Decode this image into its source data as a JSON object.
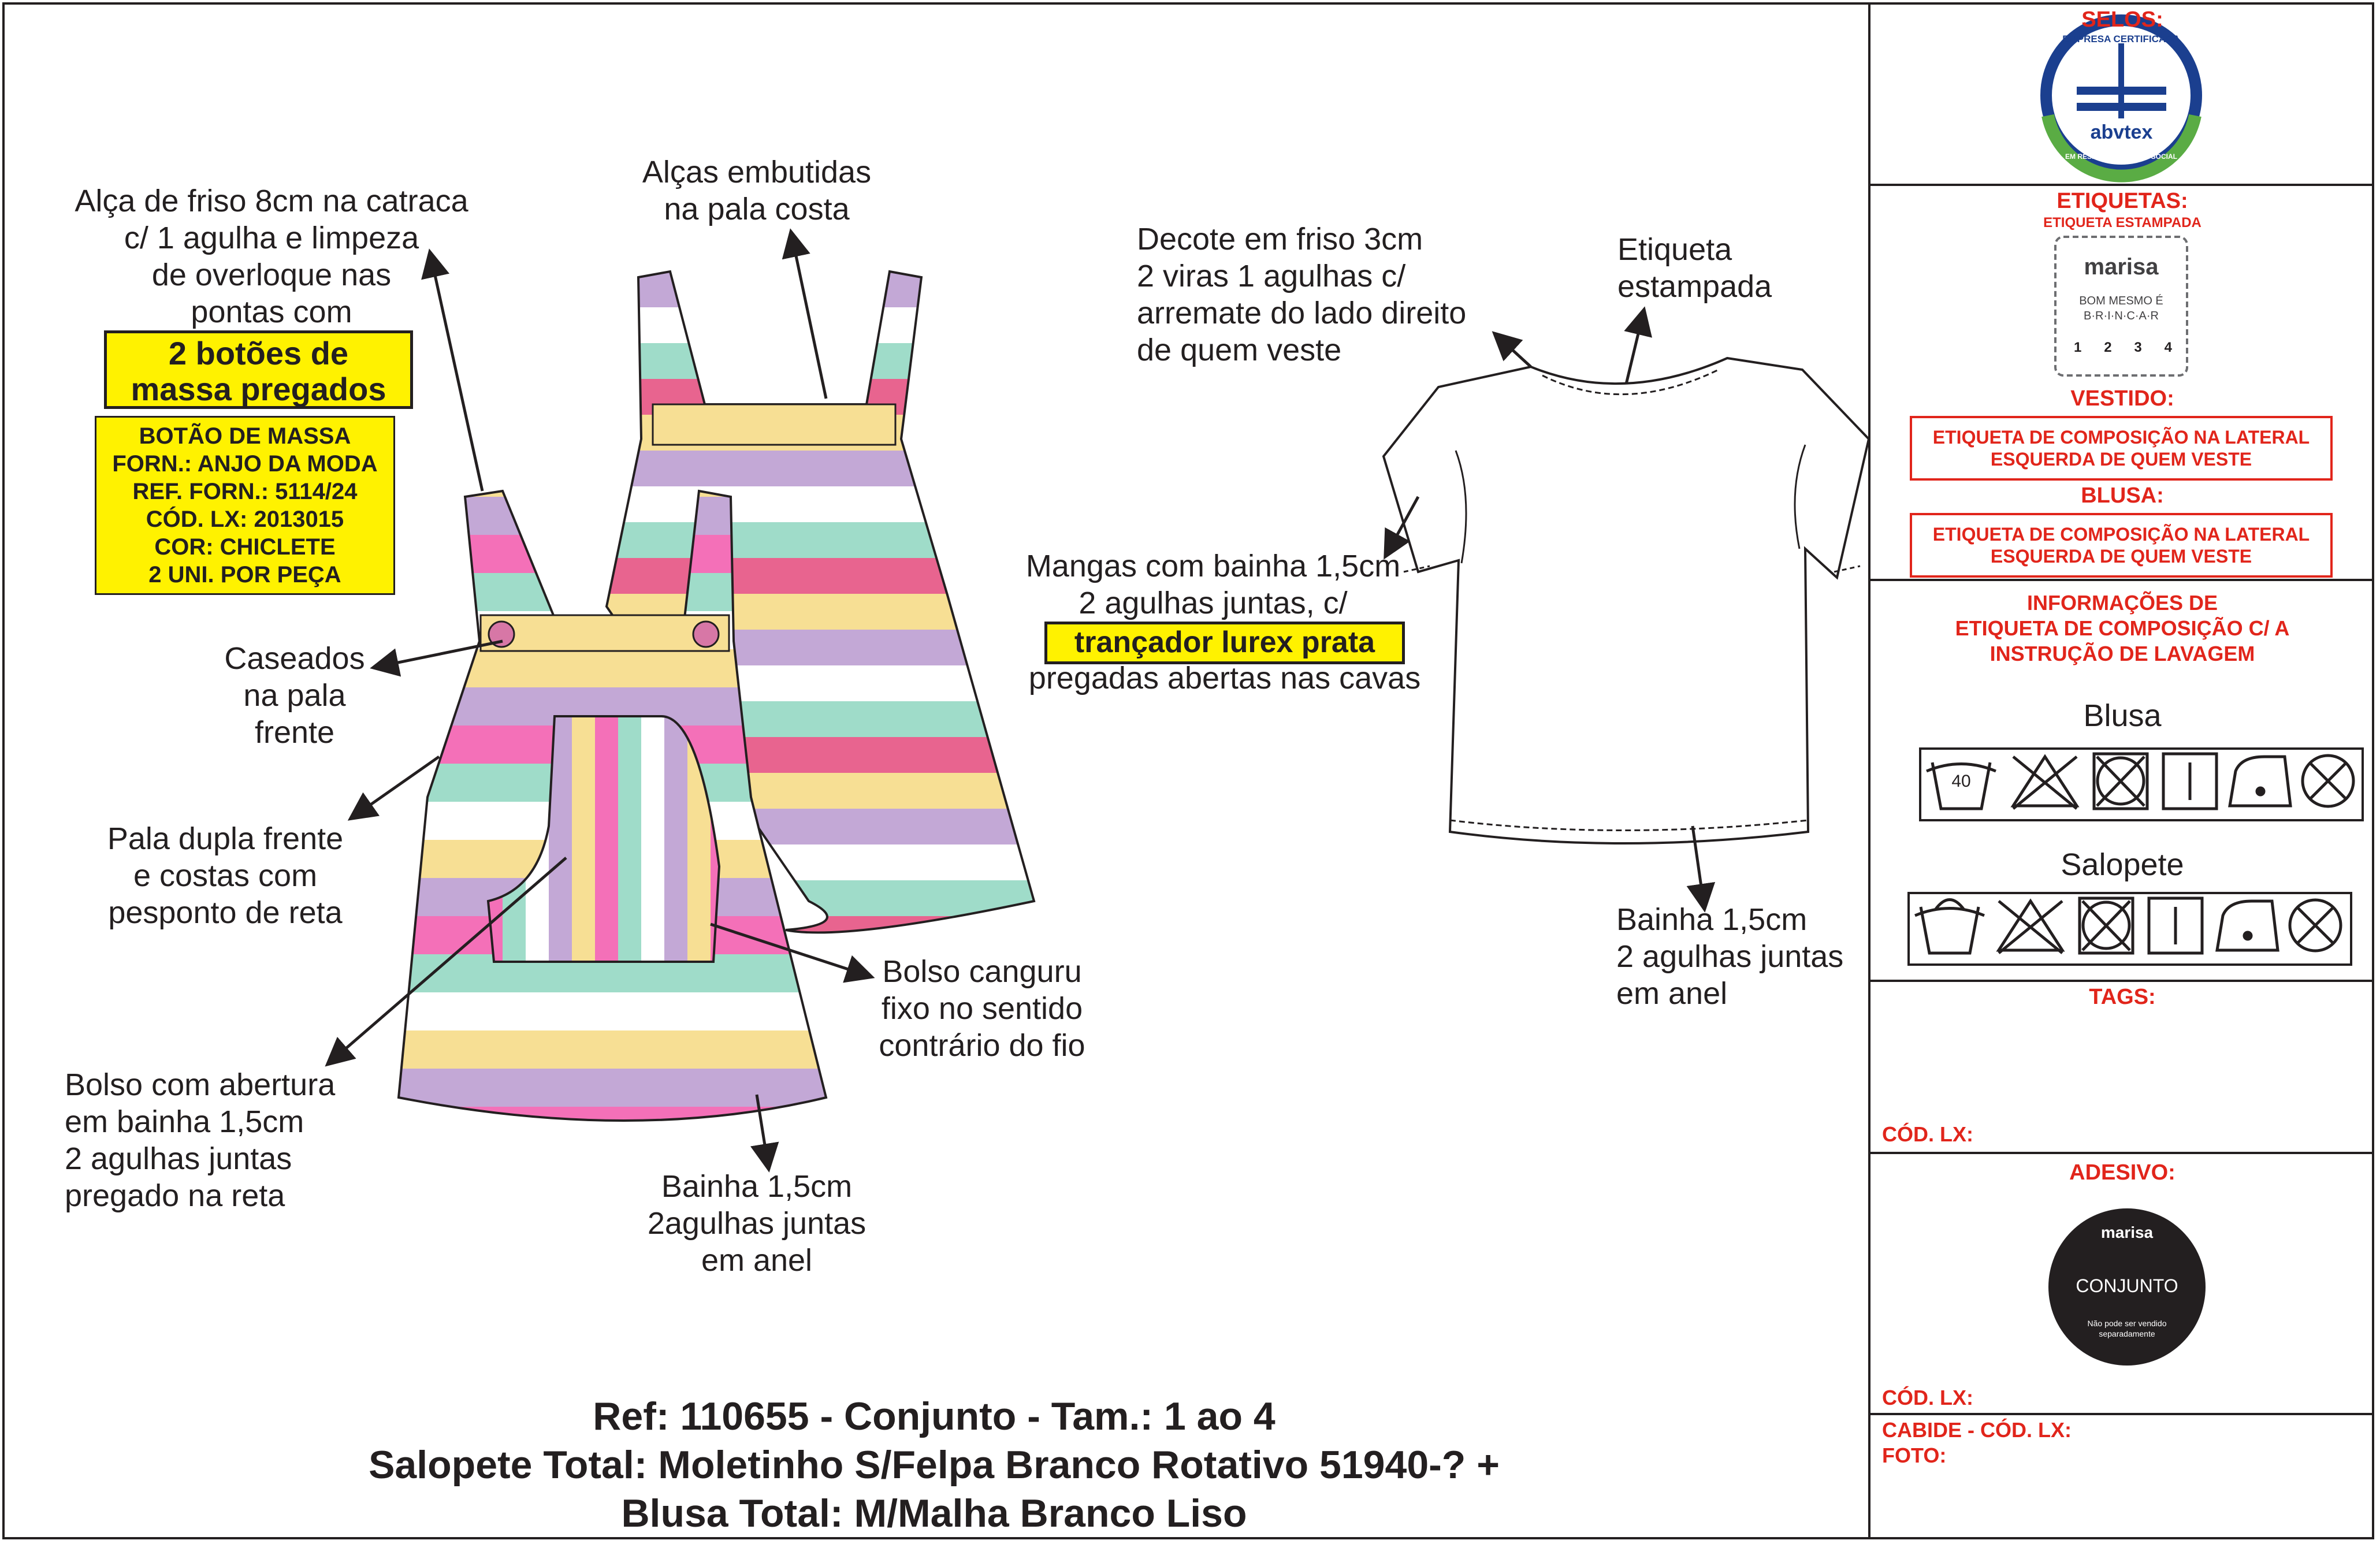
{
  "sidebar": {
    "selos_title": "SELOS:",
    "seal_text_top": "EMPRESA CERTIFICADA",
    "seal_brand": "abvtex",
    "seal_text_bottom": "EM RESPONSABILIDADE SOCIAL",
    "etiquetas_title": "ETIQUETAS:",
    "etiquetas_sub": "ETIQUETA ESTAMPADA",
    "label_brand": "marisa",
    "label_line1": "BOM MESMO É",
    "label_line2": "B·R·I·N·C·A·R",
    "label_sizes": [
      "1",
      "2",
      "3",
      "4"
    ],
    "vestido_title": "VESTIDO:",
    "vestido_box": [
      "ETIQUETA DE COMPOSIÇÃO NA LATERAL",
      "ESQUERDA DE QUEM VESTE"
    ],
    "blusa_title": "BLUSA:",
    "blusa_box": [
      "ETIQUETA DE COMPOSIÇÃO NA LATERAL",
      "ESQUERDA DE QUEM VESTE"
    ],
    "info_title": [
      "INFORMAÇÕES DE",
      "ETIQUETA DE COMPOSIÇÃO C/ A",
      "INSTRUÇÃO DE LAVAGEM"
    ],
    "care_blusa_label": "Blusa",
    "care_blusa_wash_temp": "40",
    "care_salopete_label": "Salopete",
    "tags_title": "TAGS:",
    "tags_cod": "CÓD. LX:",
    "adesivo_title": "ADESIVO:",
    "sticker_brand": "marisa",
    "sticker_title": "CONJUNTO",
    "sticker_note": [
      "Não pode ser vendido",
      "separadamente"
    ],
    "adesivo_cod": "CÓD. LX:",
    "cabide": "CABIDE - CÓD. LX:",
    "foto": "FOTO:"
  },
  "notes": {
    "alca_friso": [
      "Alça de friso 8cm na catraca",
      "c/ 1 agulha e limpeza",
      "de overloque nas",
      "pontas com"
    ],
    "botoes_highlight": [
      "2 botões de",
      "massa pregados"
    ],
    "botao_box": [
      "BOTÃO DE MASSA",
      "FORN.: ANJO DA MODA",
      "REF. FORN.: 5114/24",
      "CÓD. LX: 2013015",
      "COR: CHICLETE",
      "2 UNI. POR PEÇA"
    ],
    "alcas_embutidas": [
      "Alças embutidas",
      "na pala costa"
    ],
    "caseados": [
      "Caseados",
      "na pala",
      "frente"
    ],
    "pala_dupla": [
      "Pala dupla frente",
      "e costas com",
      "pesponto de reta"
    ],
    "bolso_abertura": [
      "Bolso com abertura",
      "em bainha 1,5cm",
      "2 agulhas juntas",
      "pregado na reta"
    ],
    "bolso_canguru": [
      "Bolso canguru",
      "fixo no sentido",
      "contrário do fio"
    ],
    "bainha_vestido": [
      "Bainha 1,5cm",
      "2agulhas juntas",
      "em anel"
    ],
    "decote": [
      "Decote em friso 3cm",
      "2 viras 1 agulhas c/",
      "arremate do lado direito",
      "de quem veste"
    ],
    "etiqueta_estampada": [
      "Etiqueta",
      "estampada"
    ],
    "mangas_top": [
      "Mangas com bainha 1,5cm",
      "2 agulhas juntas, c/"
    ],
    "trancador": "trançador lurex prata",
    "mangas_bottom": "pregadas abertas nas cavas",
    "bainha_blusa": [
      "Bainha 1,5cm",
      "2 agulhas juntas",
      "em anel"
    ]
  },
  "footer": {
    "line1": "Ref: 110655 - Conjunto - Tam.: 1 ao 4",
    "line2": "Salopete Total: Moletinho S/Felpa Branco Rotativo 51940-? +",
    "line3": "Blusa Total: M/Malha Branco Liso"
  },
  "colors": {
    "accent_red": "#e1251b",
    "highlight_yellow": "#fff200",
    "stripe_pink": "#f470b8",
    "stripe_lilac": "#c3a8d6",
    "stripe_mint": "#9fdcc9",
    "stripe_yellow": "#f7df94",
    "stripe_rose": "#e8648f",
    "seal_blue": "#1b3f8f",
    "seal_green": "#5aac44"
  }
}
